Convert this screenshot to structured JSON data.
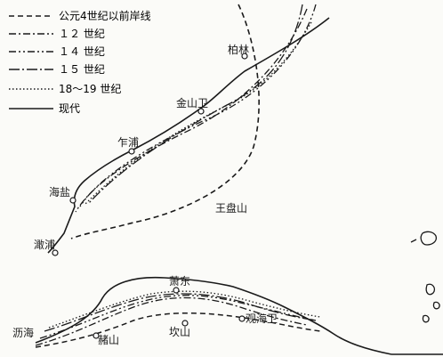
{
  "legend": {
    "items": [
      {
        "label": "公元4世纪以前岸线",
        "style": "dash"
      },
      {
        "label": "１２ 世纪",
        "style": "dashdot"
      },
      {
        "label": "１４ 世纪",
        "style": "dashdotdot"
      },
      {
        "label": "１５ 世纪",
        "style": "longdashdot"
      },
      {
        "label": "18～19 世纪",
        "style": "dot"
      },
      {
        "label": "现代",
        "style": "solid"
      }
    ]
  },
  "places": {
    "baishan": "柏林",
    "jinshanwei": "金山卫",
    "zhapu": "乍浦",
    "haiyan": "海盐",
    "ganpu": "澉浦",
    "wangpanshan": "王盘山",
    "xiaoshan": "萧东",
    "kanshan": "坎山",
    "nanshan": "赭山",
    "guanhaiwei": "观海卫",
    "lihai": "沥海"
  },
  "colors": {
    "ink": "#1a1a1a",
    "paper": "#fbfbf8"
  }
}
